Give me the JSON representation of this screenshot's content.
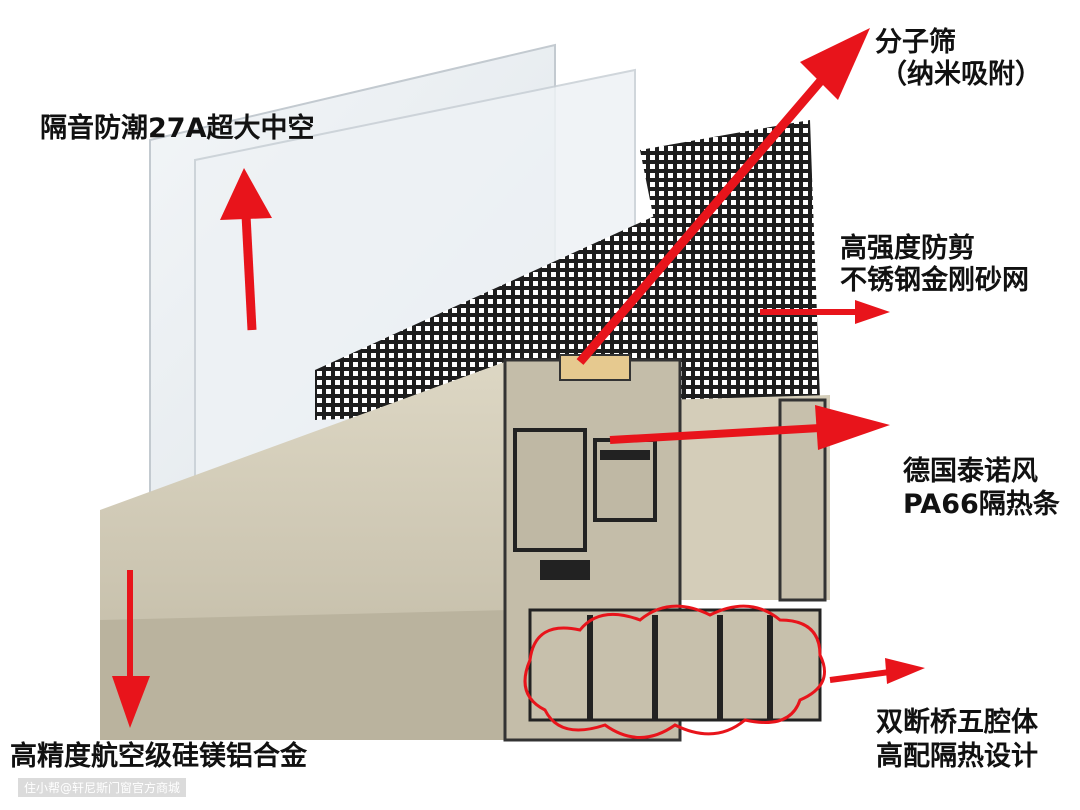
{
  "labels": {
    "hollow_glass": "隔音防潮27A超大中空",
    "molecular_sieve_line1": "分子筛",
    "molecular_sieve_line2": "（纳米吸附）",
    "screen_line1": "高强度防剪",
    "screen_line2": "不锈钢金刚砂网",
    "strip_line1": "德国泰诺风",
    "strip_line2": "PA66隔热条",
    "cavity_line1": "双断桥五腔体",
    "cavity_line2": "高配隔热设计",
    "alloy": "高精度航空级硅镁铝合金"
  },
  "watermark": "住小帮@轩尼斯门窗官方商城",
  "colors": {
    "arrow": "#e8141b",
    "frame": "#cfc8b4",
    "mesh": "#2a2a2a"
  }
}
